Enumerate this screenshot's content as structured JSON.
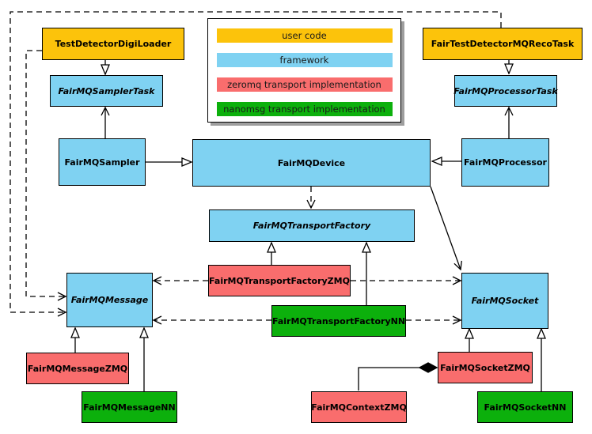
{
  "colors": {
    "user_code": "#fcc30b",
    "framework": "#7fd2f2",
    "zeromq": "#f96d6d",
    "nanomsg": "#0cb00c",
    "edge": "#000000",
    "background": "#ffffff"
  },
  "legend": {
    "items": [
      {
        "label": "user code",
        "color": "#fcc30b"
      },
      {
        "label": "framework",
        "color": "#7fd2f2"
      },
      {
        "label": "zeromq transport implementation",
        "color": "#f96d6d"
      },
      {
        "label": "nanomsg transport implementation",
        "color": "#0cb00c"
      }
    ]
  },
  "nodes": {
    "testDetectorDigiLoader": {
      "label": "TestDetectorDigiLoader",
      "category": "user code",
      "abstract": false
    },
    "fairTestDetectorMQRecoTask": {
      "label": "FairTestDetectorMQRecoTask",
      "category": "user code",
      "abstract": false
    },
    "fairMQSamplerTask": {
      "label": "FairMQSamplerTask",
      "category": "framework",
      "abstract": true
    },
    "fairMQProcessorTask": {
      "label": "FairMQProcessorTask",
      "category": "framework",
      "abstract": true
    },
    "fairMQSampler": {
      "label": "FairMQSampler",
      "category": "framework",
      "abstract": false
    },
    "fairMQDevice": {
      "label": "FairMQDevice",
      "category": "framework",
      "abstract": false
    },
    "fairMQProcessor": {
      "label": "FairMQProcessor",
      "category": "framework",
      "abstract": false
    },
    "fairMQTransportFactory": {
      "label": "FairMQTransportFactory",
      "category": "framework",
      "abstract": true
    },
    "fairMQTransportFactoryZMQ": {
      "label": "FairMQTransportFactoryZMQ",
      "category": "zeromq",
      "abstract": false
    },
    "fairMQTransportFactoryNN": {
      "label": "FairMQTransportFactoryNN",
      "category": "nanomsg",
      "abstract": false
    },
    "fairMQMessage": {
      "label": "FairMQMessage",
      "category": "framework",
      "abstract": true
    },
    "fairMQSocket": {
      "label": "FairMQSocket",
      "category": "framework",
      "abstract": true
    },
    "fairMQMessageZMQ": {
      "label": "FairMQMessageZMQ",
      "category": "zeromq",
      "abstract": false
    },
    "fairMQMessageNN": {
      "label": "FairMQMessageNN",
      "category": "nanomsg",
      "abstract": false
    },
    "fairMQSocketZMQ": {
      "label": "FairMQSocketZMQ",
      "category": "zeromq",
      "abstract": false
    },
    "fairMQContextZMQ": {
      "label": "FairMQContextZMQ",
      "category": "zeromq",
      "abstract": false
    },
    "fairMQSocketNN": {
      "label": "FairMQSocketNN",
      "category": "nanomsg",
      "abstract": false
    }
  },
  "edges": [
    {
      "from": "TestDetectorDigiLoader",
      "to": "FairMQSamplerTask",
      "type": "generalization",
      "style": "solid"
    },
    {
      "from": "FairTestDetectorMQRecoTask",
      "to": "FairMQProcessorTask",
      "type": "generalization",
      "style": "solid"
    },
    {
      "from": "FairMQSampler",
      "to": "FairMQSamplerTask",
      "type": "arrow",
      "style": "solid"
    },
    {
      "from": "FairMQProcessor",
      "to": "FairMQProcessorTask",
      "type": "arrow",
      "style": "solid"
    },
    {
      "from": "FairMQSampler",
      "to": "FairMQDevice",
      "type": "generalization",
      "style": "solid"
    },
    {
      "from": "FairMQProcessor",
      "to": "FairMQDevice",
      "type": "generalization",
      "style": "solid"
    },
    {
      "from": "FairMQDevice",
      "to": "FairMQTransportFactory",
      "type": "dependency",
      "style": "dashed"
    },
    {
      "from": "FairMQDevice",
      "to": "FairMQSocket",
      "type": "arrow",
      "style": "solid"
    },
    {
      "from": "FairMQTransportFactoryZMQ",
      "to": "FairMQTransportFactory",
      "type": "generalization",
      "style": "solid"
    },
    {
      "from": "FairMQTransportFactoryNN",
      "to": "FairMQTransportFactory",
      "type": "generalization",
      "style": "solid"
    },
    {
      "from": "FairMQTransportFactoryZMQ",
      "to": "FairMQMessage",
      "type": "dependency",
      "style": "dashed"
    },
    {
      "from": "FairMQTransportFactoryZMQ",
      "to": "FairMQSocket",
      "type": "dependency",
      "style": "dashed"
    },
    {
      "from": "FairMQTransportFactoryNN",
      "to": "FairMQMessage",
      "type": "dependency",
      "style": "dashed"
    },
    {
      "from": "FairMQTransportFactoryNN",
      "to": "FairMQSocket",
      "type": "dependency",
      "style": "dashed"
    },
    {
      "from": "TestDetectorDigiLoader",
      "to": "FairMQMessage",
      "type": "dependency",
      "style": "dashed"
    },
    {
      "from": "FairTestDetectorMQRecoTask",
      "to": "FairMQMessage",
      "type": "dependency",
      "style": "dashed"
    },
    {
      "from": "FairMQMessageZMQ",
      "to": "FairMQMessage",
      "type": "generalization",
      "style": "solid"
    },
    {
      "from": "FairMQMessageNN",
      "to": "FairMQMessage",
      "type": "generalization",
      "style": "solid"
    },
    {
      "from": "FairMQSocketZMQ",
      "to": "FairMQSocket",
      "type": "generalization",
      "style": "solid"
    },
    {
      "from": "FairMQSocketNN",
      "to": "FairMQSocket",
      "type": "generalization",
      "style": "solid"
    },
    {
      "from": "FairMQContextZMQ",
      "to": "FairMQSocketZMQ",
      "type": "composition",
      "style": "solid"
    }
  ]
}
